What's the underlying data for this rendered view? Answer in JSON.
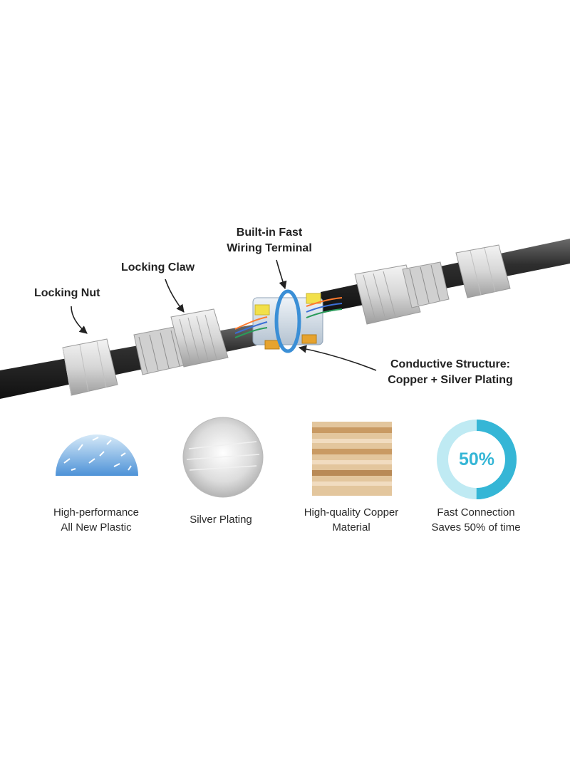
{
  "callouts": {
    "locking_nut": "Locking Nut",
    "locking_claw": "Locking Claw",
    "terminal": [
      "Built-in Fast",
      "Wiring Terminal"
    ],
    "conductive": [
      "Conductive Structure:",
      "Copper + Silver Plating"
    ]
  },
  "features": [
    {
      "icon": "plastic-pellets-icon",
      "lines": [
        "High-performance",
        "All New Plastic"
      ]
    },
    {
      "icon": "silver-disc-icon",
      "lines": [
        "Silver Plating"
      ]
    },
    {
      "icon": "copper-rods-icon",
      "lines": [
        "High-quality Copper",
        "Material"
      ]
    },
    {
      "icon": "percent-ring-icon",
      "lines": [
        "Fast Connection",
        "Saves 50% of time"
      ]
    }
  ],
  "progress": {
    "value": "50%",
    "fraction": 0.5
  },
  "colors": {
    "cable": "#2b2b2b",
    "housing": "#d8d8d8",
    "accent_blue": "#35b6d6",
    "terminal_yellow": "#f2e04a",
    "copper": "#d9b486"
  }
}
